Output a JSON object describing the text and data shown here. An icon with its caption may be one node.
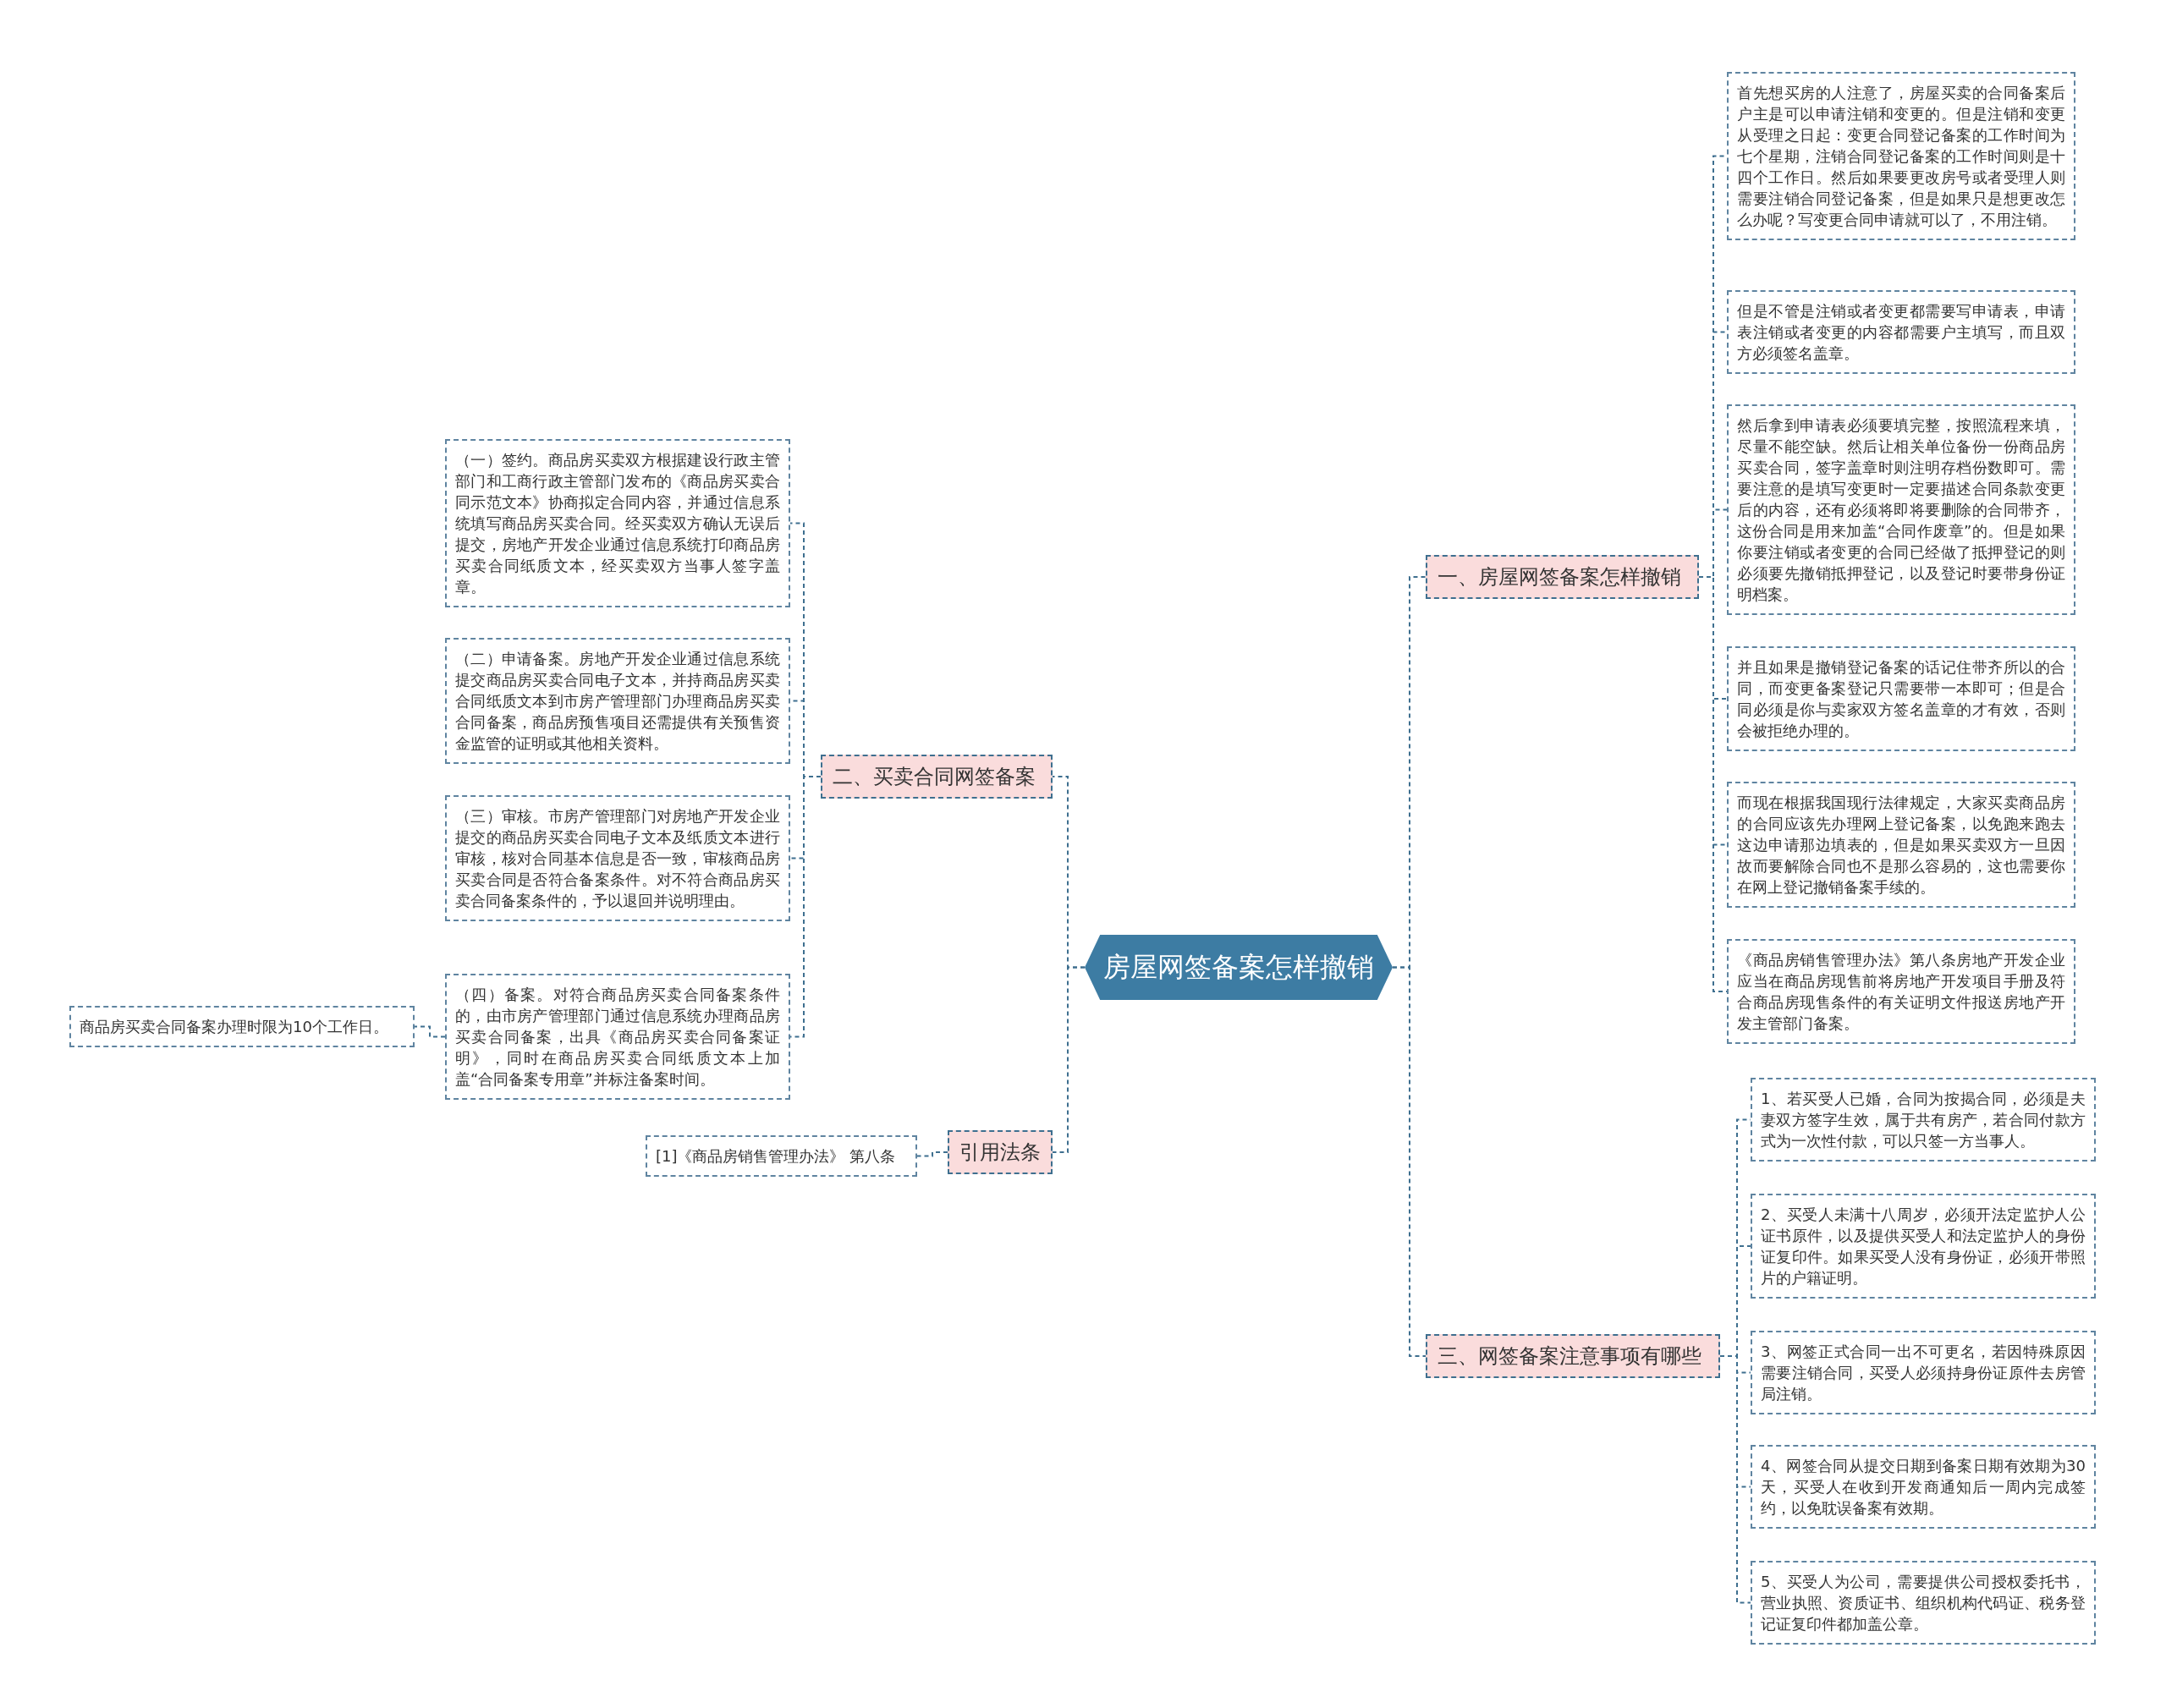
{
  "diagram": {
    "nodes": [
      {
        "text": [
          "房屋网签备案怎样撤销"
        ]
      },
      {
        "text": [
          "一、房屋网签备案怎样撤销"
        ]
      },
      {
        "text": [
          "首先想买房的人注意了，房屋买卖的合同备案后户主是可以申请注销和变更的。但是注销和变更从受理之日起：变更合同登记备案的工作时间为七个星期，注销合同登记备案的工作时间则是十四个工作日。然后如果要更改房号或者受理人则需要注销合同登记备案，但是如果只是想更改怎么办呢？写变更合同申请就可以了，不用注销。"
        ]
      },
      {
        "text": [
          "但是不管是注销或者变更都需要写申请表，申请表注销或者变更的内容都需要户主填写，而且双方必须签名盖章。"
        ]
      },
      {
        "text": [
          "然后拿到申请表必须要填完整，按照流程来填，尽量不能空缺。然后让相关单位备份一份商品房买卖合同，签字盖章时则注明存档份数即可。需要注意的是填写变更时一定要描述合同条款变更后的内容，还有必须将即将要删除的合同带齐，这份合同是用来加盖“合同作废章”的。但是如果你要注销或者变更的合同已经做了抵押登记的则必须要先撤销抵押登记，以及登记时要带身份证明档案。"
        ]
      },
      {
        "text": [
          "并且如果是撤销登记备案的话记住带齐所以的合同，而变更备案登记只需要带一本即可；但是合同必须是你与卖家双方签名盖章的才有效，否则会被拒绝办理的。"
        ]
      },
      {
        "text": [
          "而现在根据我国现行法律规定，大家买卖商品房的合同应该先办理网上登记备案，以免跑来跑去这边申请那边填表的，但是如果买卖双方一旦因故而要解除合同也不是那么容易的，这也需要你在网上登记撤销备案手续的。"
        ]
      },
      {
        "text": [
          "《商品房销售管理办法》第八条房地产开发企业应当在商品房现售前将房地产开发项目手册及符合商品房现售条件的有关证明文件报送房地产开发主管部门备案。"
        ]
      },
      {
        "text": [
          "二、买卖合同网签备案"
        ]
      },
      {
        "text": [
          "（一）签约。商品房买卖双方根据建设行政主管部门和工商行政主管部门发布的《商品房买卖合同示范文本》协商拟定合同内容，并通过信息系统填写商品房买卖合同。经买卖双方确认无误后提交，房地产开发企业通过信息系统打印商品房买卖合同纸质文本，经买卖双方当事人签字盖章。"
        ]
      },
      {
        "text": [
          "（二）申请备案。房地产开发企业通过信息系统提交商品房买卖合同电子文本，并持商品房买卖合同纸质文本到市房产管理部门办理商品房买卖合同备案，商品房预售项目还需提供有关预售资金监管的证明或其他相关资料。"
        ]
      },
      {
        "text": [
          "（三）审核。市房产管理部门对房地产开发企业提交的商品房买卖合同电子文本及纸质文本进行审核，核对合同基本信息是否一致，审核商品房买卖合同是否符合备案条件。对不符合商品房买卖合同备案条件的，予以退回并说明理由。"
        ]
      },
      {
        "text": [
          "（四）备案。对符合商品房买卖合同备案条件的，由市房产管理部门通过信息系统办理商品房买卖合同备案，出具《商品房买卖合同备案证明》，同时在商品房买卖合同纸质文本上加盖“合同备案专用章”并标注备案时间。"
        ]
      },
      {
        "text": [
          "商品房买卖合同备案办理时限为10个工作日。"
        ]
      },
      {
        "text": [
          "引用法条"
        ]
      },
      {
        "text": [
          "[1]《商品房销售管理办法》 第八条"
        ]
      },
      {
        "text": [
          "三、网签备案注意事项有哪些"
        ]
      },
      {
        "text": [
          "1、若买受人已婚，合同为按揭合同，必须是夫妻双方签字生效，属于共有房产，若合同付款方式为一次性付款，可以只签一方当事人。"
        ]
      },
      {
        "text": [
          "2、买受人未满十八周岁，必须开法定监护人公证书原件，以及提供买受人和法定监护人的身份证复印件。如果买受人没有身份证，必须开带照片的户籍证明。"
        ]
      },
      {
        "text": [
          "3、网签正式合同一出不可更名，若因特殊原因需要注销合同，买受人必须持身份证原件去房管局注销。"
        ]
      },
      {
        "text": [
          "4、网签合同从提交日期到备案日期有效期为30天，买受人在收到开发商通知后一周内完成签约，以免耽误备案有效期。"
        ]
      },
      {
        "text": [
          "5、买受人为公司，需要提供公司授权委托书，营业执照、资质证书、组织机构代码证、税务登记证复印件都加盖公章。"
        ]
      }
    ],
    "edges": [
      {
        "from": 0,
        "to": 1,
        "arrow": "none"
      },
      {
        "from": 1,
        "to": 2,
        "arrow": "none"
      },
      {
        "from": 1,
        "to": 3,
        "arrow": "none"
      },
      {
        "from": 1,
        "to": 4,
        "arrow": "none"
      },
      {
        "from": 1,
        "to": 5,
        "arrow": "none"
      },
      {
        "from": 1,
        "to": 6,
        "arrow": "none"
      },
      {
        "from": 1,
        "to": 7,
        "arrow": "none"
      },
      {
        "from": 0,
        "to": 8,
        "arrow": "none"
      },
      {
        "from": 8,
        "to": 9,
        "arrow": "none"
      },
      {
        "from": 8,
        "to": 10,
        "arrow": "none"
      },
      {
        "from": 8,
        "to": 11,
        "arrow": "none"
      },
      {
        "from": 8,
        "to": 12,
        "arrow": "none"
      },
      {
        "from": 12,
        "to": 13,
        "arrow": "none"
      },
      {
        "from": 0,
        "to": 14,
        "arrow": "none"
      },
      {
        "from": 14,
        "to": 15,
        "arrow": "none"
      },
      {
        "from": 0,
        "to": 16,
        "arrow": "none"
      },
      {
        "from": 16,
        "to": 17,
        "arrow": "none"
      },
      {
        "from": 16,
        "to": 18,
        "arrow": "none"
      },
      {
        "from": 16,
        "to": 19,
        "arrow": "none"
      },
      {
        "from": 16,
        "to": 20,
        "arrow": "none"
      },
      {
        "from": 16,
        "to": 21,
        "arrow": "none"
      }
    ]
  }
}
